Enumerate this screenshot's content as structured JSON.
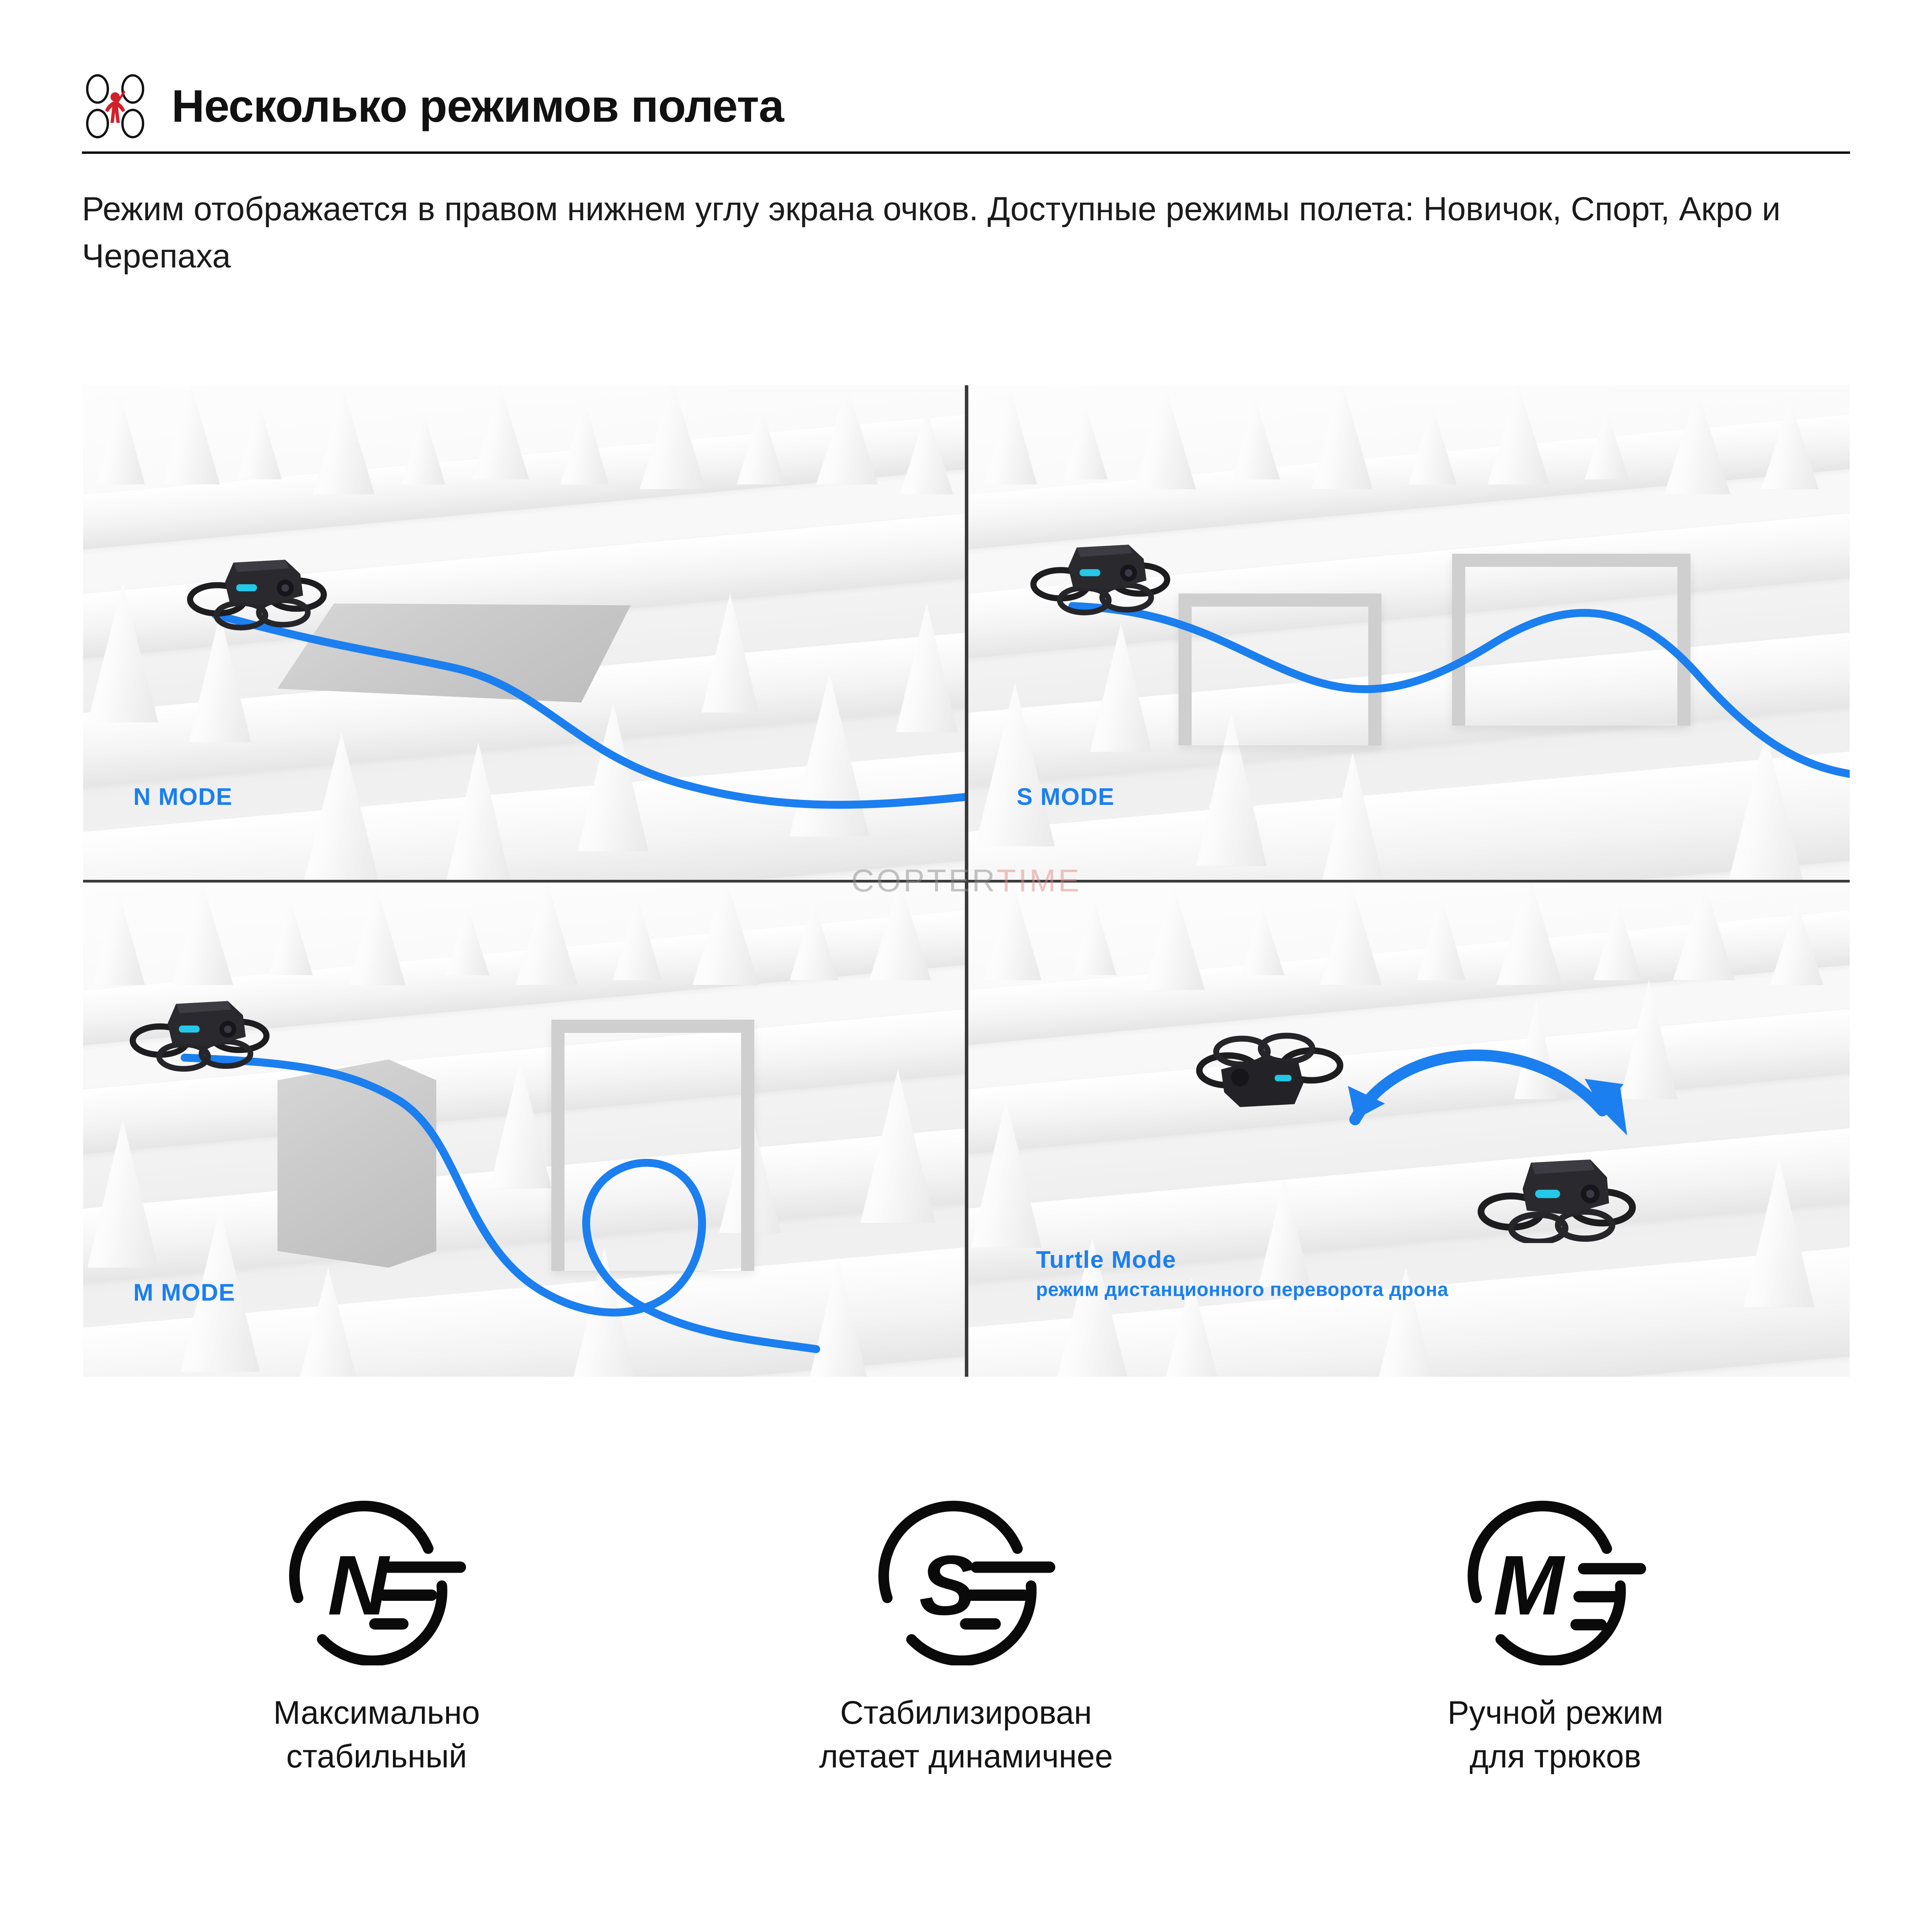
{
  "header": {
    "logo_icon": "quadcopter-pilot-icon",
    "title": "Несколько режимов полета"
  },
  "intro": {
    "text": "Режим отображается в правом нижнем углу экрана очков. Доступные режимы полета: Новичок, Спорт, Акро и Черепаха"
  },
  "gallery": {
    "watermark": {
      "part1": "COPTER",
      "part2": "TIME"
    },
    "quadrants": [
      {
        "id": "n-mode",
        "label": "N MODE",
        "sublabel": "",
        "scene": "drone flying over low grey slab among white cone trees, smooth blue flight path"
      },
      {
        "id": "s-mode",
        "label": "S MODE",
        "sublabel": "",
        "scene": "drone weaving through two grey gate frames, wavy blue flight path"
      },
      {
        "id": "m-mode",
        "label": "M MODE",
        "sublabel": "",
        "scene": "drone looping around a grey box and gate, looping blue flight path"
      },
      {
        "id": "turtle-mode",
        "label": "Turtle Mode",
        "sublabel": "режим дистанционного переворота дрона",
        "scene": "upside-down drone flipping upright, blue curved arrow"
      }
    ]
  },
  "features": [
    {
      "id": "n-mode-feature",
      "icon": "n-mode-speed-icon",
      "letter": "N",
      "caption": "Максимально\nстабильный"
    },
    {
      "id": "s-mode-feature",
      "icon": "s-mode-speed-icon",
      "letter": "S",
      "caption": "Стабилизирован\nлетает динамичнее"
    },
    {
      "id": "m-mode-feature",
      "icon": "m-mode-speed-icon",
      "letter": "M",
      "caption": "Ручной режим\nдля трюков"
    }
  ],
  "colors": {
    "accent_blue": "#1b7ff0",
    "logo_red": "#d2202a",
    "text": "#111111",
    "divider": "#000000",
    "watermark_grey": "#8d8d8d",
    "watermark_red": "#e08b8b"
  }
}
